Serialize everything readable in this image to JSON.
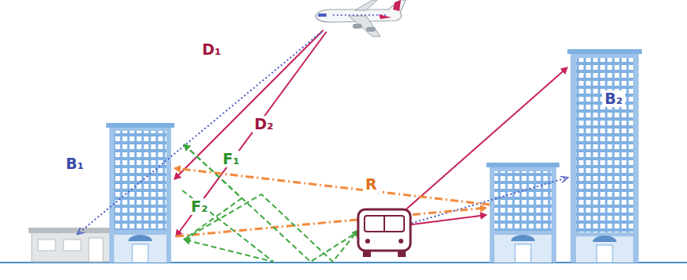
{
  "diagram": {
    "labels": [
      "D₁",
      "D₂",
      "B₁",
      "R",
      "F₁",
      "F₂",
      "B₂"
    ]
  }
}
